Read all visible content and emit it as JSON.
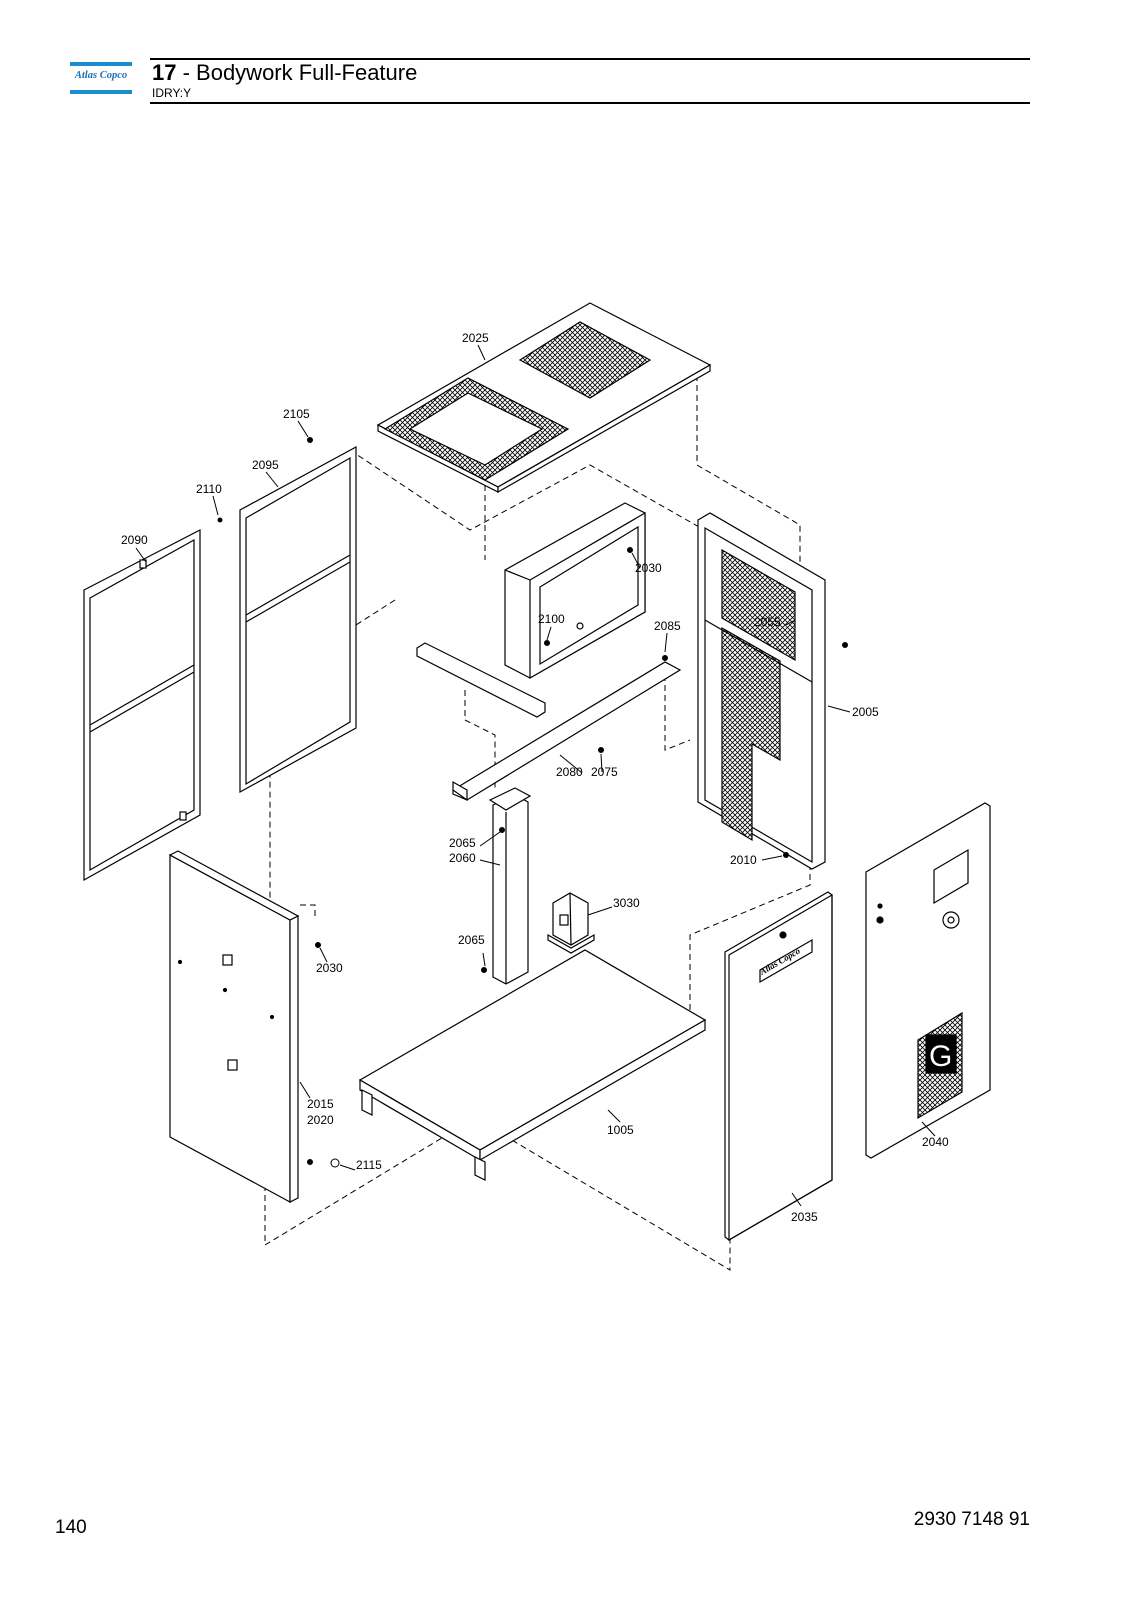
{
  "header": {
    "brand": "Atlas Copco",
    "section_number": "17",
    "section_title": " - Bodywork Full-Feature",
    "subtitle": "IDRY:Y"
  },
  "footer": {
    "page_number": "140",
    "document_number": "2930 7148 91"
  },
  "parts": {
    "p2025": "2025",
    "p2105": "2105",
    "p2095": "2095",
    "p2110": "2110",
    "p2090": "2090",
    "p2030a": "2030",
    "p2100": "2100",
    "p2085": "2085",
    "p2055": "2055",
    "p2005": "2005",
    "p2080": "2080",
    "p2075": "2075",
    "p2065a": "2065",
    "p2060": "2060",
    "p2010": "2010",
    "p3030": "3030",
    "p2065b": "2065",
    "p2030b": "2030",
    "p2015": "2015",
    "p2020": "2020",
    "p2115": "2115",
    "p1005": "1005",
    "p2040": "2040",
    "p2035": "2035"
  },
  "panel_text": {
    "brand_plate": "Atlas Copco",
    "g_letter": "G"
  }
}
